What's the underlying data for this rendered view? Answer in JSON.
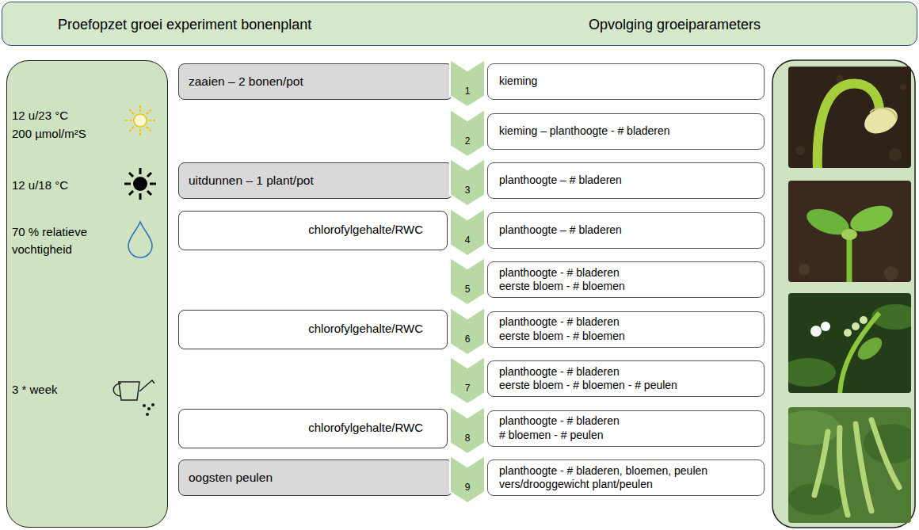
{
  "diagram": {
    "nodes": [
      {
        "text": [
          "Proefopzet groei experiment bonenplant",
          "Opvolging groeiparameters"
        ]
      },
      {
        "text": [
          "12 u/23 °C",
          "200 µmol/m²S",
          "12 u/18 °C",
          "70 % relatieve vochtigheid",
          "3 * week"
        ]
      },
      {
        "text": [
          "zaaien – 2 bonen/pot"
        ]
      },
      {
        "text": [
          "1"
        ]
      },
      {
        "text": [
          "kieming"
        ]
      },
      {
        "text": [
          "2"
        ]
      },
      {
        "text": [
          "kieming – planthoogte - # bladeren"
        ]
      },
      {
        "text": [
          "uitdunnen – 1 plant/pot"
        ]
      },
      {
        "text": [
          "3"
        ]
      },
      {
        "text": [
          "planthoogte – # bladeren"
        ]
      },
      {
        "text": [
          "chlorofylgehalte/RWC"
        ]
      },
      {
        "text": [
          "4"
        ]
      },
      {
        "text": [
          "planthoogte – # bladeren"
        ]
      },
      {
        "text": [
          "5"
        ]
      },
      {
        "text": [
          "planthoogte - # bladeren",
          "eerste bloem - # bloemen"
        ]
      },
      {
        "text": [
          "chlorofylgehalte/RWC"
        ]
      },
      {
        "text": [
          "6"
        ]
      },
      {
        "text": [
          "planthoogte - # bladeren",
          "eerste bloem - # bloemen"
        ]
      },
      {
        "text": [
          "7"
        ]
      },
      {
        "text": [
          "planthoogte - # bladeren",
          "eerste bloem - # bloemen - # peulen"
        ]
      },
      {
        "text": [
          "chlorofylgehalte/RWC"
        ]
      },
      {
        "text": [
          "8"
        ]
      },
      {
        "text": [
          "planthoogte - # bladeren",
          "# bloemen - # peulen"
        ]
      },
      {
        "text": [
          "oogsten peulen"
        ]
      },
      {
        "text": [
          "9"
        ]
      },
      {
        "text": [
          "planthoogte - # bladeren, bloemen, peulen",
          "vers/drooggewicht plant/peulen"
        ]
      }
    ]
  }
}
